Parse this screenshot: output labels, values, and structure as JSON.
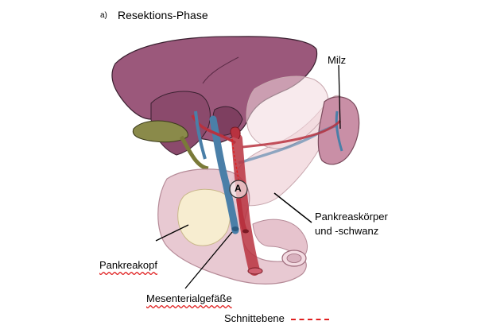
{
  "figure": {
    "panel_letter": "a)",
    "title": "Resektions-Phase"
  },
  "labels": {
    "spleen": "Milz",
    "pancreas_body_line1": "Pankreaskörper",
    "pancreas_body_line2": "und -schwanz",
    "pancreas_head": "Pankreakopf",
    "mesenteric_vessels": "Mesenterialgefäße",
    "marker": "A",
    "legend_cut_plane": "Schnittebene"
  },
  "colors": {
    "liver": "#9b587b",
    "liver_dark": "#7e3f60",
    "gallbladder": "#8a8a4a",
    "artery": "#b8323f",
    "vein": "#4a7fa8",
    "pancreas": "#f2d9de",
    "pancreas_head": "#f7edd0",
    "duodenum": "#e6c3cd",
    "cut_line": "#e02020"
  }
}
